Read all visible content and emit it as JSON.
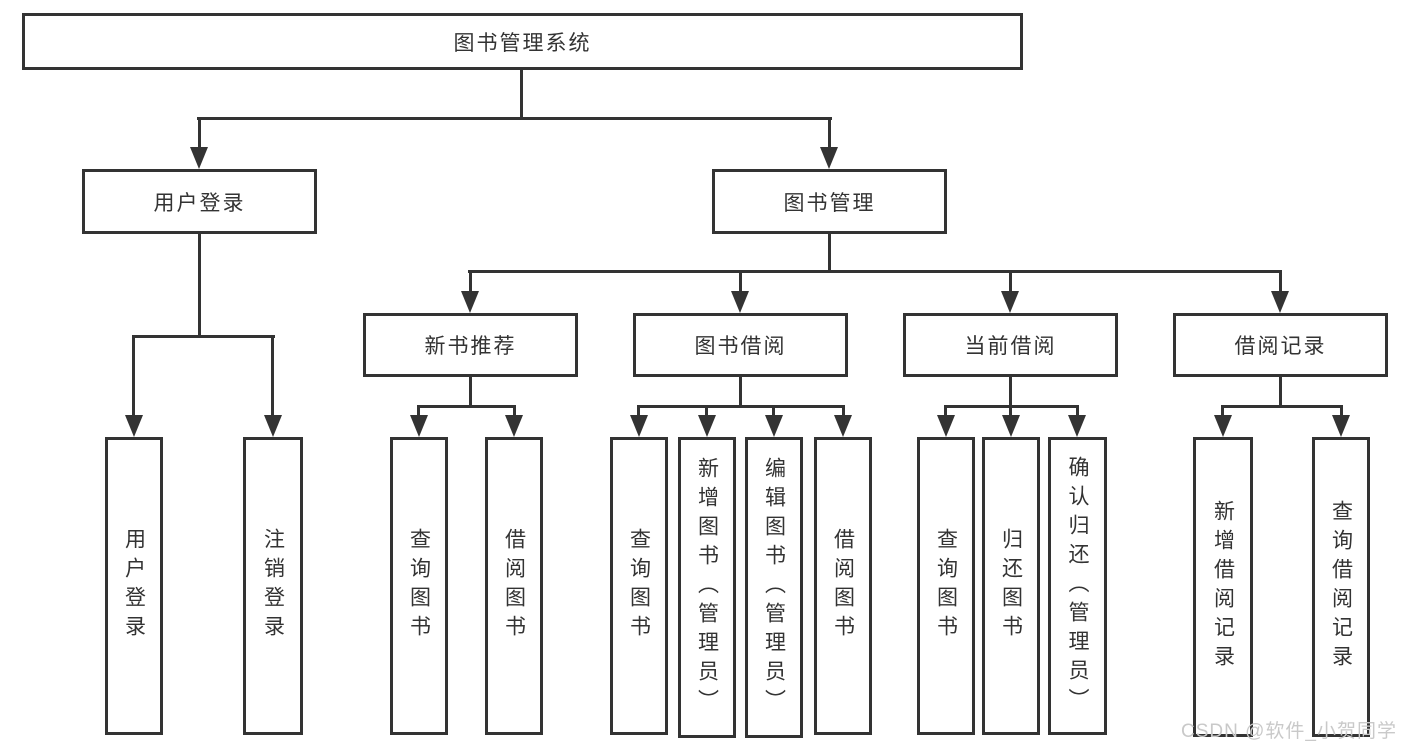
{
  "diagram": {
    "type": "hierarchy",
    "colors": {
      "line": "#333333",
      "box_border": "#333333",
      "box_background": "#ffffff",
      "text": "#333333",
      "watermark_text_color": "#c9c9c9",
      "page_background": "#ffffff"
    },
    "tree": {
      "root": {
        "label": "图书管理系统"
      },
      "branches": [
        {
          "label": "用户登录",
          "children": [
            {
              "label": "用户登录"
            },
            {
              "label": "注销登录"
            }
          ]
        },
        {
          "label": "图书管理",
          "children": [
            {
              "label": "新书推荐",
              "children": [
                {
                  "label": "查询图书"
                },
                {
                  "label": "借阅图书"
                }
              ]
            },
            {
              "label": "图书借阅",
              "children": [
                {
                  "label": "查询图书"
                },
                {
                  "label": "新增图书（管理员）"
                },
                {
                  "label": "编辑图书（管理员）"
                },
                {
                  "label": "借阅图书"
                }
              ]
            },
            {
              "label": "当前借阅",
              "children": [
                {
                  "label": "查询图书"
                },
                {
                  "label": "归还图书"
                },
                {
                  "label": "确认归还（管理员）"
                }
              ]
            },
            {
              "label": "借阅记录",
              "children": [
                {
                  "label": "新增借阅记录"
                },
                {
                  "label": "查询借阅记录"
                }
              ]
            }
          ]
        }
      ]
    },
    "watermark": {
      "text": "CSDN @软件_小贺同学"
    }
  }
}
